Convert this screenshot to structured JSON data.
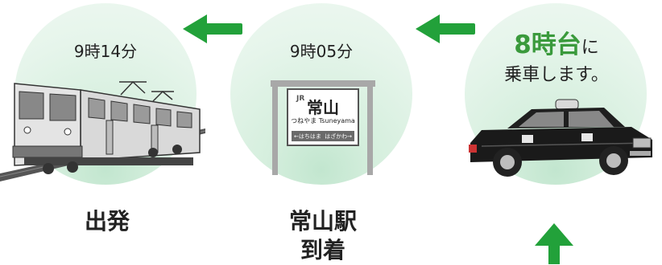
{
  "stations": [
    {
      "time": "9時14分",
      "label": "出発"
    },
    {
      "time": "9時05分",
      "label_line1": "常山駅",
      "label_line2": "到着"
    }
  ],
  "sign": {
    "jr": "JR",
    "name": "常山",
    "reading": "つねやま Tsuneyama",
    "prev": "←はちはま",
    "next": "はざかわ→"
  },
  "taxi_step": {
    "time_highlight": "8時台",
    "suffix": "に",
    "line2": "乗車します。"
  },
  "colors": {
    "accent": "#3a9a3c",
    "circle": "#d6efde"
  }
}
